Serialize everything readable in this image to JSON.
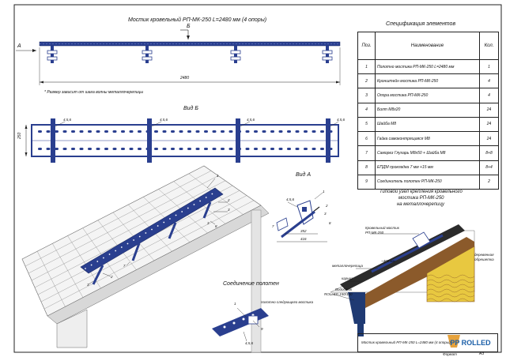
{
  "top_view": {
    "title": "Мостик кровельный РП-МК-250 L=2480 мм (4 опоры)",
    "label_a": "А",
    "label_b": "Б",
    "dimension": "2480",
    "note": "* Размер зависит от шага волны металлочерепицы"
  },
  "view_b": {
    "title": "Вид Б",
    "height_dim": "250",
    "callout": "4,5,6"
  },
  "view_a": {
    "title": "Вид А",
    "callout_456": "4,5,6",
    "n1": "1",
    "n2": "2",
    "n3": "3",
    "n7": "7",
    "n8": "8",
    "dim_352": "352",
    "dim_416": "416"
  },
  "iso_view": {
    "callouts": [
      "1",
      "2",
      "3",
      "3",
      "8",
      "7",
      "2",
      "3"
    ]
  },
  "connection": {
    "title": "Соединение полотен",
    "callout_1": "1",
    "callout_1_text": "полотно следующего мостика",
    "callout_9": "9",
    "callout_456": "4,5,6"
  },
  "typical_node": {
    "title_line1": "Типовой узел крепления кровельного",
    "title_line2": "мостика РП-МК-250",
    "title_line3": "на металлочерепицу",
    "label_bridge_1": "Кровельный мостик",
    "label_bridge_2": "РП-МК-250",
    "label_tile": "металлочерепица",
    "label_dim": "~400 мм",
    "label_board_1": "деревянная",
    "label_board_2": "обрешетка",
    "label_eave": "карниз",
    "label_gutter_1": "Водосток",
    "label_gutter_2": "ROLLED 150/100"
  },
  "spec": {
    "title": "Спецификация элементов",
    "head_pos": "Поз.",
    "head_name": "Наименование",
    "head_qty": "Кол.",
    "rows": [
      {
        "pos": "1",
        "name": "Полотно мостика РП-МК-250 L=2480 мм",
        "qty": "1"
      },
      {
        "pos": "2",
        "name": "Кронштейн мостика РП-МК-250",
        "qty": "4"
      },
      {
        "pos": "3",
        "name": "Опора мостика РП-МК-250",
        "qty": "4"
      },
      {
        "pos": "4",
        "name": "Болт М8х20",
        "qty": "24"
      },
      {
        "pos": "5",
        "name": "Шайба М8",
        "qty": "24"
      },
      {
        "pos": "6",
        "name": "Гайка самоконтрящаяся М8",
        "qty": "24"
      },
      {
        "pos": "7",
        "name": "Саморез Глухарь М8х50 + Шайба М8",
        "qty": "8+8"
      },
      {
        "pos": "8",
        "name": "ЕПДМ прокладка 7 мм +15 мм",
        "qty": "8+4"
      },
      {
        "pos": "9",
        "name": "Соединитель полотен РП-МК-250",
        "qty": "2"
      }
    ]
  },
  "title_block": {
    "caption": "Мостик кровельный РП-МК-250 L=2480 мм (4 опоры)",
    "logo": "PP ROLLED",
    "format_label": "Формат",
    "format_value": "А3"
  },
  "colors": {
    "steel_blue": "#2a3f8f",
    "roof_brown": "#8b5a2b",
    "insulation_yellow": "#e8c840",
    "logo_blue": "#1b5fa8"
  }
}
